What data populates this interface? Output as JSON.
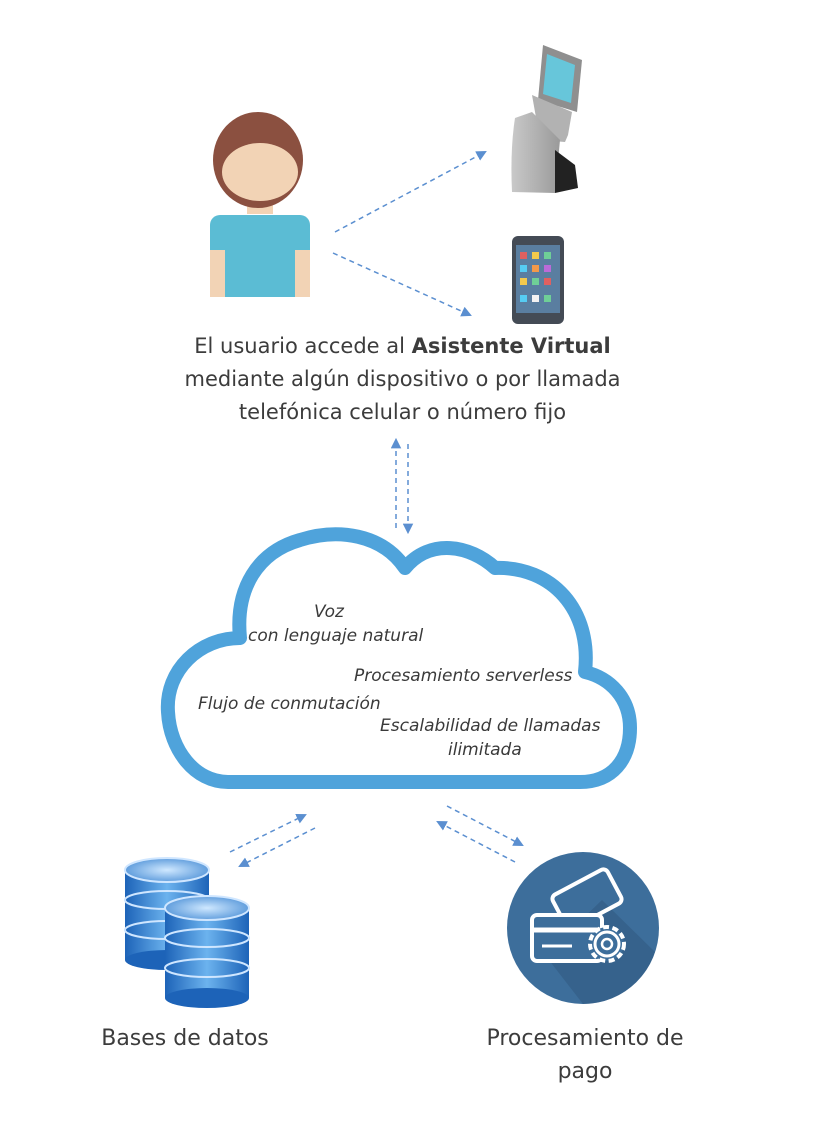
{
  "user_caption": {
    "line1_prefix": "El usuario accede al ",
    "line1_bold": "Asistente Virtual",
    "line2": "mediante algún dispositivo o por llamada",
    "line3": "telefónica celular o número fijo"
  },
  "cloud": {
    "voz": "Voz",
    "lenguaje": "con lenguaje natural",
    "serverless": "Procesamiento serverless",
    "flujo": "Flujo de conmutación",
    "escalabilidad": "Escalabilidad de llamadas",
    "ilimitada": "ilimitada"
  },
  "databases": {
    "label": "Bases de datos"
  },
  "payment": {
    "label_line1": "Procesamiento de",
    "label_line2": "pago"
  },
  "colors": {
    "cloud_stroke": "#4fa3db",
    "arrow": "#5b8fd0",
    "payment_circle": "#3d6e9b",
    "user_shirt": "#5bbcd4",
    "user_hair": "#8b5040",
    "user_skin": "#f2d3b5"
  },
  "icons": [
    "user-icon",
    "kiosk-icon",
    "smartphone-icon",
    "cloud-icon",
    "database-icon",
    "credit-card-gear-icon"
  ]
}
